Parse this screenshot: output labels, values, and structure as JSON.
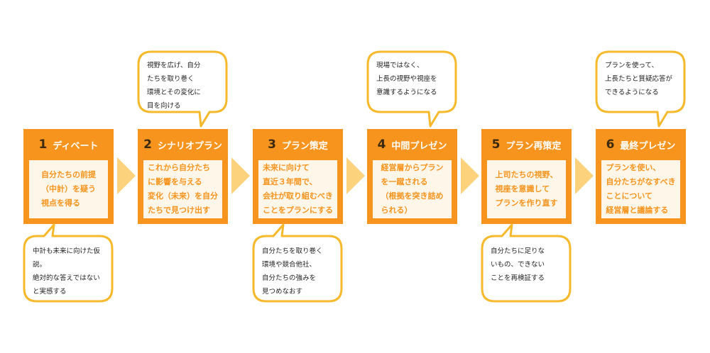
{
  "colors": {
    "step": "#f7941d",
    "panel": "#fef6e8",
    "arrow": "#fdd27c",
    "bubble_border": "#f6b92b"
  },
  "steps": [
    {
      "number": "1",
      "title": "ディベート",
      "body": "自分たちの前提\n（中計）を疑う\n視点を得る"
    },
    {
      "number": "2",
      "title": "シナリオプラン",
      "body": "これから自分たち\nに影響を与える\n変化（未来）を自分\nたちで見つけ出す"
    },
    {
      "number": "3",
      "title": "プラン策定",
      "body": "未来に向けて\n直近３年間で、\n会社が取り組むべき\nことをプランにする"
    },
    {
      "number": "4",
      "title": "中間プレゼン",
      "body": "経営層からプラン\nを一蹴される\n（根拠を突き詰め\nられる）"
    },
    {
      "number": "5",
      "title": "プラン再策定",
      "body": "上司たちの視野、\n視座を意識して\nプランを作り直す"
    },
    {
      "number": "6",
      "title": "最終プレゼン",
      "body": "プランを使い、\n自分たちがなすべき\nことについて\n経営層と議論する"
    }
  ],
  "bubbles": [
    {
      "text": "中計も未来に向けた仮説。\n絶対的な答えではない\nと実感する"
    },
    {
      "text": "視野を広げ、自分\nたちを取り巻く\n環境とその変化に\n目を向ける"
    },
    {
      "text": "自分たちを取り巻く\n環境や競合他社、\n自分たちの強みを\n見つめなおす"
    },
    {
      "text": "現場ではなく、\n上長の視野や視座を\n意識するようになる"
    },
    {
      "text": "自分たちに足りな\nいもの、できない\nことを再検証する"
    },
    {
      "text": "プランを使って、\n上長たちと質疑応答が\nできるようになる"
    }
  ]
}
